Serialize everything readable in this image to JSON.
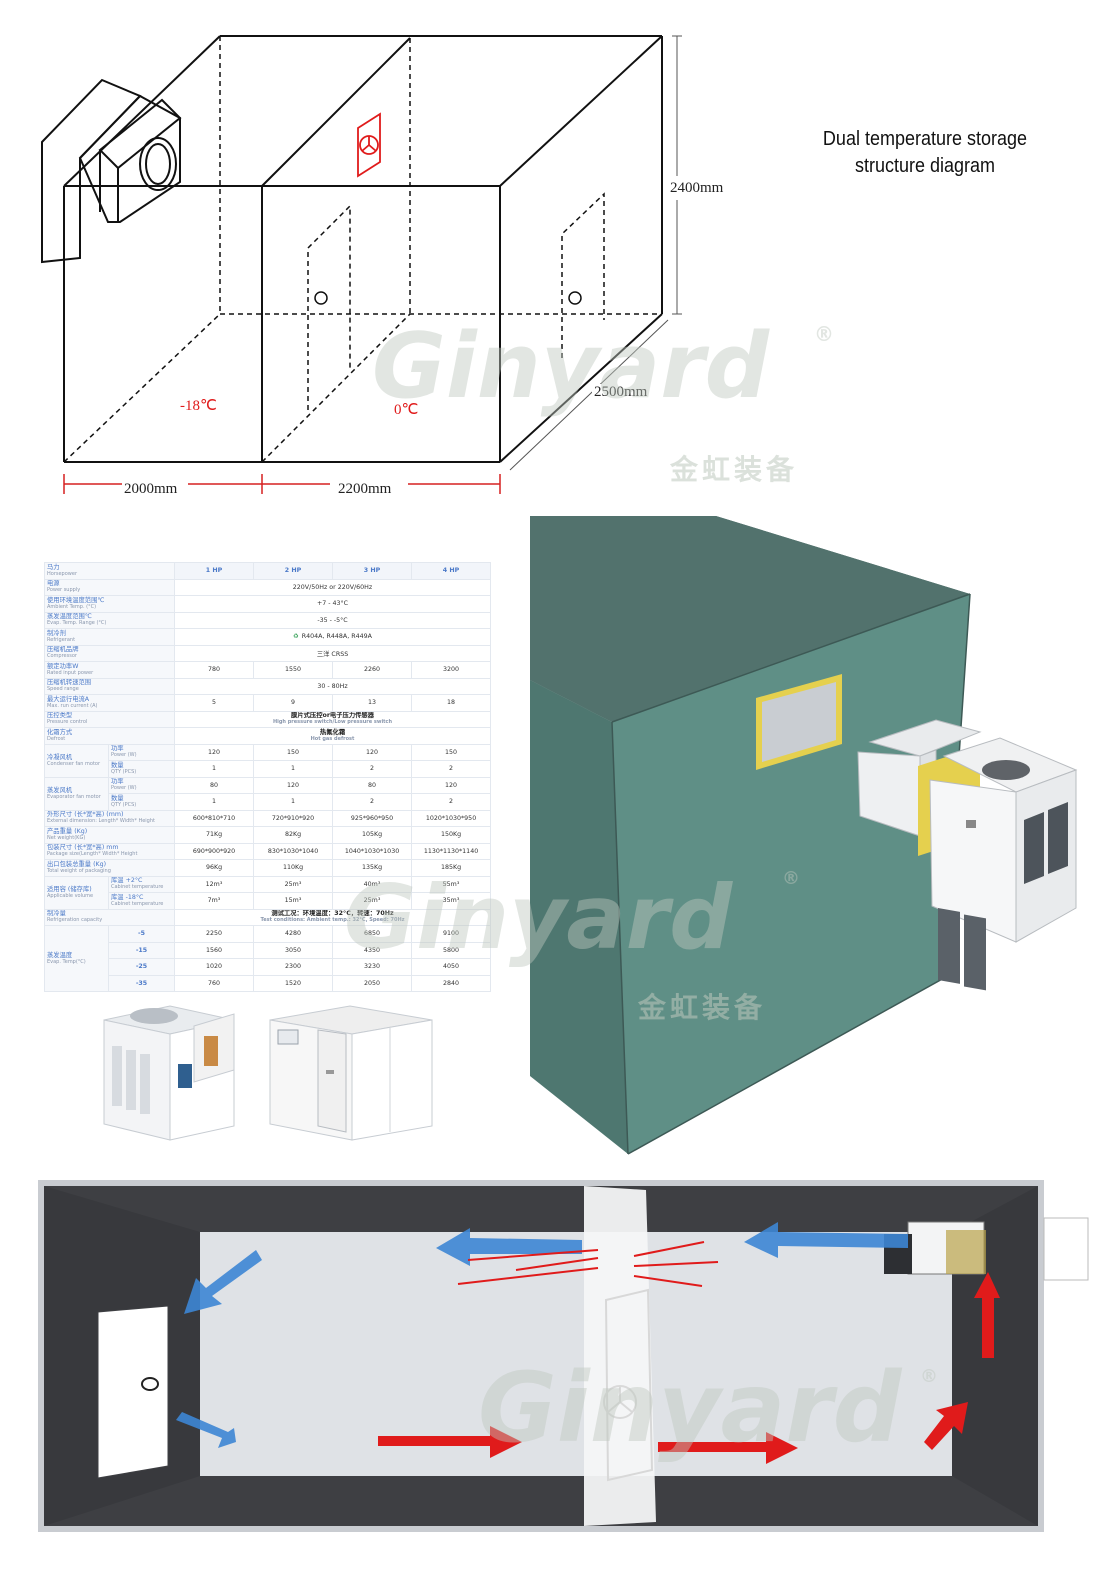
{
  "drawing": {
    "title_line1": "Dual temperature storage",
    "title_line2": "structure diagram",
    "dims": {
      "height": "2400mm",
      "depth": "2500mm",
      "width_left": "2000mm",
      "width_right": "2200mm"
    },
    "temps": {
      "left": "-18℃",
      "right": "0℃"
    }
  },
  "watermark": {
    "brand": "Ginyard",
    "chinese": "金虹装备",
    "registered": "®"
  },
  "spec": {
    "header": {
      "label": "马力",
      "label_en": "Horsepower",
      "models": [
        "1 HP",
        "2 HP",
        "3 HP",
        "4 HP"
      ]
    },
    "rows": [
      {
        "label": "电源",
        "en": "Power supply",
        "span": "220V/50Hz or 220V/60Hz"
      },
      {
        "label": "使用环境温度范围℃",
        "en": "Ambient Temp. (°C)",
        "span": "+7 - 43°C"
      },
      {
        "label": "蒸发温度范围℃",
        "en": "Evap. Temp. Range (°C)",
        "span": "-35 - -5°C"
      },
      {
        "label": "制冷剂",
        "en": "Refrigerant",
        "span": "R404A, R448A, R449A",
        "leaf": "♻"
      },
      {
        "label": "压缩机品牌",
        "en": "Compressor",
        "span": "三洋 CRSS"
      },
      {
        "label": "额定功率W",
        "en": "Rated input power",
        "values": [
          "780",
          "1550",
          "2260",
          "3200"
        ]
      },
      {
        "label": "压缩机转速范围",
        "en": "Speed range",
        "span": "30 - 80Hz"
      },
      {
        "label": "最大运行电流A",
        "en": "Max. run current (A)",
        "values": [
          "5",
          "9",
          "13",
          "18"
        ]
      },
      {
        "label": "压控类型",
        "en": "Pressure control",
        "span": "膜片式压控or电子压力传感器",
        "span_en": "High pressure switch/Low pressure switch",
        "bold": true
      },
      {
        "label": "化霜方式",
        "en": "Defrost",
        "span": "热氟化霜",
        "span_en": "Hot gas defrost",
        "bold": true
      }
    ],
    "condenser_fan": {
      "label": "冷凝风机",
      "en": "Condenser fan motor",
      "power": {
        "label": "功率",
        "en": "Power (W)",
        "values": [
          "120",
          "150",
          "120",
          "150"
        ]
      },
      "qty": {
        "label": "数量",
        "en": "QTY (PCS)",
        "values": [
          "1",
          "1",
          "2",
          "2"
        ]
      }
    },
    "evaporator_fan": {
      "label": "蒸发风机",
      "en": "Evaporator fan motor",
      "power": {
        "label": "功率",
        "en": "Power (W)",
        "values": [
          "80",
          "120",
          "80",
          "120"
        ]
      },
      "qty": {
        "label": "数量",
        "en": "QTY (PCS)",
        "values": [
          "1",
          "1",
          "2",
          "2"
        ]
      }
    },
    "rows2": [
      {
        "label": "外形尺寸 (长*宽*高) (mm)",
        "en": "External dimension: Length* Width* Height",
        "values": [
          "600*810*710",
          "720*910*920",
          "925*960*950",
          "1020*1030*950"
        ]
      },
      {
        "label": "产品重量 (Kg)",
        "en": "Net weight(KG)",
        "values": [
          "71Kg",
          "82Kg",
          "105Kg",
          "150Kg"
        ]
      },
      {
        "label": "包装尺寸 (长*宽*高) mm",
        "en": "Package size(Length* Width* Height",
        "values": [
          "690*900*920",
          "830*1030*1040",
          "1040*1030*1030",
          "1130*1130*1140"
        ]
      },
      {
        "label": "出口包装总重量 (Kg)",
        "en": "Total weight of packaging",
        "values": [
          "96Kg",
          "110Kg",
          "135Kg",
          "185Kg"
        ]
      }
    ],
    "volume": {
      "label": "适用容 (储存库)",
      "en": "Applicable volume",
      "plus2": {
        "label": "库温 +2°C",
        "en": "Cabinet temperature",
        "values": [
          "12m³",
          "25m³",
          "40m³",
          "55m³"
        ]
      },
      "minus18": {
        "label": "库温 -18°C",
        "en": "Cabinet temperature",
        "values": [
          "7m³",
          "15m³",
          "25m³",
          "35m³"
        ]
      }
    },
    "capacity": {
      "label": "制冷量",
      "en": "Refrigeration capacity",
      "span": "测试工况：环境温度：32°C，转速：70Hz",
      "span_en": "Test conditions: Ambient temp.: 32°C, Speed: 70Hz"
    },
    "evap": {
      "label": "蒸发温度",
      "en": "Evap. Temp(°C)",
      "rows": [
        {
          "temp": "-5",
          "values": [
            "2250",
            "4280",
            "6850",
            "9100"
          ]
        },
        {
          "temp": "-15",
          "values": [
            "1560",
            "3050",
            "4350",
            "5800"
          ]
        },
        {
          "temp": "-25",
          "values": [
            "1020",
            "2300",
            "3230",
            "4050"
          ]
        },
        {
          "temp": "-35",
          "values": [
            "760",
            "1520",
            "2050",
            "2840"
          ]
        }
      ]
    }
  },
  "colors": {
    "red": "#e01b1b",
    "blue_arrow": "#3d86d4",
    "teal_box": "#5f8f86",
    "plan_wall": "#3e3f43",
    "table_blue": "#4b79c8"
  }
}
